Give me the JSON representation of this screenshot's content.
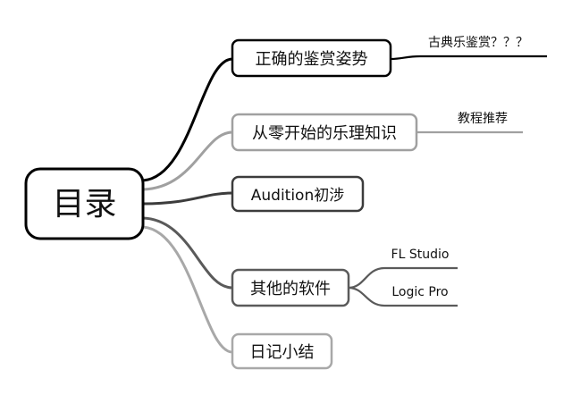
{
  "root": {
    "label": "目录"
  },
  "branches": [
    {
      "label": "正确的鉴赏姿势",
      "children": [
        "古典乐鉴赏？？？"
      ],
      "color": "#000000"
    },
    {
      "label": "从零开始的乐理知识",
      "children": [
        "教程推荐"
      ],
      "color": "#a0a0a0"
    },
    {
      "label": "Audition初涉",
      "children": [],
      "color": "#3c3c3c"
    },
    {
      "label": "其他的软件",
      "children": [
        "FL Studio",
        "Logic Pro"
      ],
      "color": "#5a5a5a"
    },
    {
      "label": "日记小结",
      "children": [],
      "color": "#a8a8a8"
    }
  ]
}
